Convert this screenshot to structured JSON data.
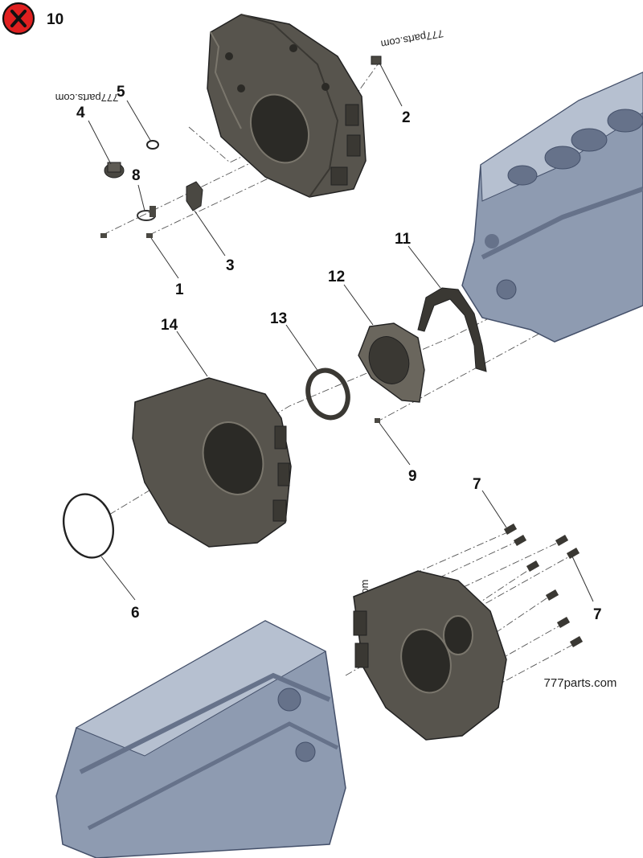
{
  "page": {
    "figure_number": "10",
    "remove_icon": "x-circle-icon"
  },
  "callouts": {
    "c1": "1",
    "c2": "2",
    "c3": "3",
    "c4": "4",
    "c5": "5",
    "c6": "6",
    "c7a": "7",
    "c7b": "7",
    "c8": "8",
    "c9": "9",
    "c11": "11",
    "c12": "12",
    "c13": "13",
    "c14": "14"
  },
  "watermarks": {
    "top_left": "777parts.com",
    "top_right": "777parts.com",
    "middle": "777parts.com",
    "bottom_right": "777parts.com"
  },
  "colors": {
    "housing": "#57544d",
    "housing_dark": "#3a3833",
    "housing_light": "#7a766c",
    "block": "#8e9bb1",
    "block_dark": "#66728a",
    "block_light": "#b6c0d0",
    "badge_red": "#e02020"
  }
}
